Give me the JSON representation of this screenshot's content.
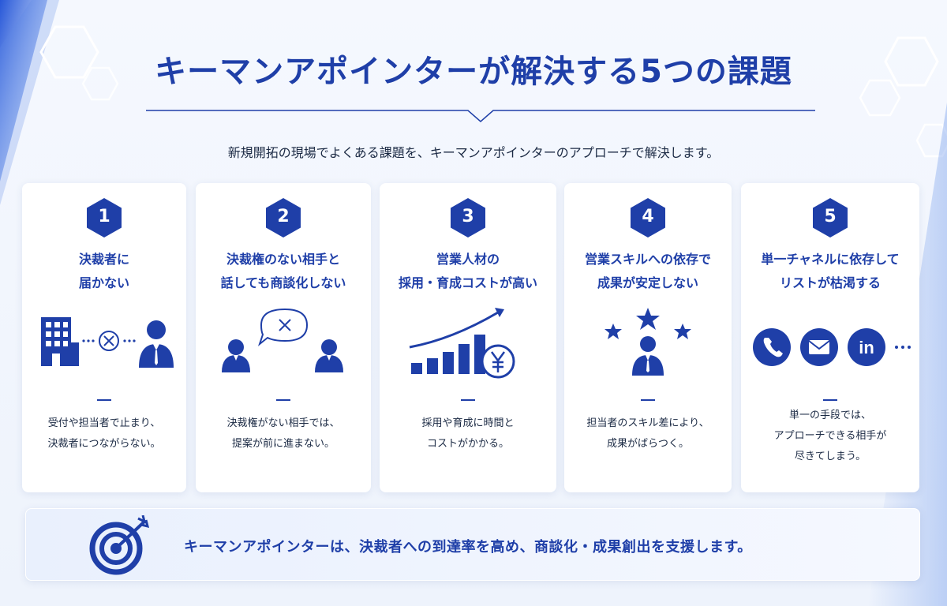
{
  "header": {
    "title": "キーマンアポインターが解決する5つの課題",
    "subtitle": "新規開拓の現場でよくある課題を、キーマンアポインターのアプローチで解決します。"
  },
  "cards": [
    {
      "number": "1",
      "title_lines": [
        "決裁者に",
        "届かない"
      ],
      "desc_lines": [
        "受付や担当者で止まり、",
        "決裁者につながらない。"
      ],
      "illustration": "building-blocked-person-icon"
    },
    {
      "number": "2",
      "title_lines": [
        "決裁権のない相手と",
        "話しても商談化しない"
      ],
      "desc_lines": [
        "決裁権がない相手では、",
        "提案が前に進まない。"
      ],
      "illustration": "two-people-speech-x-icon"
    },
    {
      "number": "3",
      "title_lines": [
        "営業人材の",
        "採用・育成コストが高い"
      ],
      "desc_lines": [
        "採用や育成に時間と",
        "コストがかかる。"
      ],
      "illustration": "rising-cost-chart-yen-icon"
    },
    {
      "number": "4",
      "title_lines": [
        "営業スキルへの依存で",
        "成果が安定しない"
      ],
      "desc_lines": [
        "担当者のスキル差により、",
        "成果がばらつく。"
      ],
      "illustration": "person-stars-icon"
    },
    {
      "number": "5",
      "title_lines": [
        "単一チャネルに依存して",
        "リストが枯渇する"
      ],
      "desc_lines": [
        "単一の手段では、",
        "アプローチできる相手が",
        "尽きてしまう。"
      ],
      "illustration": "phone-mail-linkedin-icons"
    }
  ],
  "footer": {
    "message": "キーマンアポインターは、決裁者への到達率を高め、商談化・成果創出を支援します。",
    "icon": "target-arrow-icon"
  },
  "colors": {
    "accent": "#1f3fa8",
    "text": "#1b2a44",
    "background": "#f5f8fe",
    "card": "#ffffff"
  }
}
